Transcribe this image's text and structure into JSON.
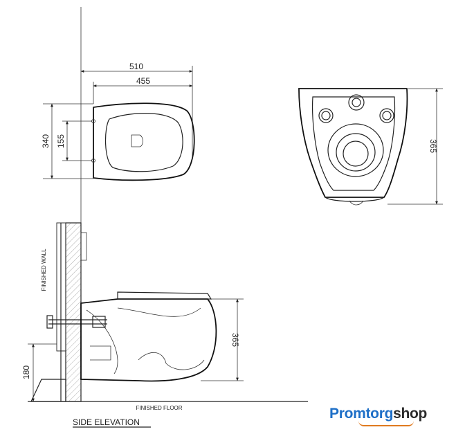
{
  "top_view": {
    "dim_overall_length": "510",
    "dim_seat_length": "455",
    "dim_width": "340",
    "dim_bolt_spacing": "155"
  },
  "front_view": {
    "dim_height": "365"
  },
  "side_view": {
    "dim_height": "365",
    "dim_mount_height": "180",
    "label_finished_wall": "FINISHED WALL",
    "label_finished_floor": "FINISHED FLOOR",
    "title": "SIDE ELEVATION"
  },
  "brand": {
    "part1": "Promtorg",
    "part2": "shop",
    "color_primary": "#1e6fc7",
    "color_secondary": "#2b2b2b",
    "color_accent": "#e07a1f"
  }
}
